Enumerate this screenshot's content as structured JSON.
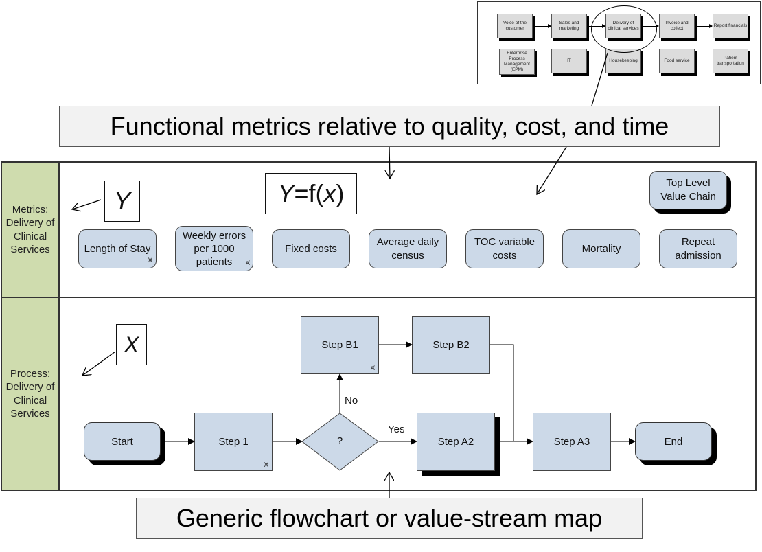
{
  "value_chain": {
    "row1": [
      "Voice of the customer",
      "Sales and marketing",
      "Delivery of clinical services",
      "Invoice and collect",
      "Report financials"
    ],
    "row2": [
      "Enterprise Process Management (EPM)",
      "IT",
      "Housekeeping",
      "Food service",
      "Patient transportation"
    ],
    "highlighted": "Delivery of clinical services"
  },
  "callouts": {
    "top": "Functional metrics relative to quality, cost, and time",
    "bottom": "Generic flowchart or value-stream map"
  },
  "metrics_lane": {
    "label_line1": "Metrics:",
    "label_line2": "Delivery of",
    "label_line3": "Clinical",
    "label_line4": "Services",
    "y_symbol": "Y",
    "formula": "Y=f(x)",
    "top_level_box": {
      "line1": "Top Level",
      "line2": "Value Chain"
    },
    "metrics": [
      {
        "line1": "Length of Stay",
        "line2": "",
        "icon": "sigma-symbol-icon"
      },
      {
        "line1": "Weekly errors",
        "line2": "per 1000",
        "line3": "patients",
        "icon": "sigma-symbol-icon"
      },
      {
        "line1": "Fixed costs",
        "line2": ""
      },
      {
        "line1": "Average daily",
        "line2": "census"
      },
      {
        "line1": "TOC variable",
        "line2": "costs"
      },
      {
        "line1": "Mortality",
        "line2": ""
      },
      {
        "line1": "Repeat",
        "line2": "admission"
      }
    ],
    "icon_glyph": "⩙"
  },
  "process_lane": {
    "label_line1": "Process:",
    "label_line2": "Delivery of",
    "label_line3": "Clinical",
    "label_line4": "Services",
    "x_symbol": "X",
    "nodes": {
      "start": "Start",
      "step1": "Step 1",
      "decision": "?",
      "stepB1": "Step B1",
      "stepB2": "Step B2",
      "stepA2": "Step A2",
      "stepA3": "Step A3",
      "end": "End"
    },
    "edge_labels": {
      "no": "No",
      "yes": "Yes"
    }
  },
  "colors": {
    "shape_fill": "#ccd9e8",
    "lane_label_fill": "#cfdcae",
    "callout_fill": "#f2f2f2",
    "value_chain_fill": "#dcdcdc"
  }
}
